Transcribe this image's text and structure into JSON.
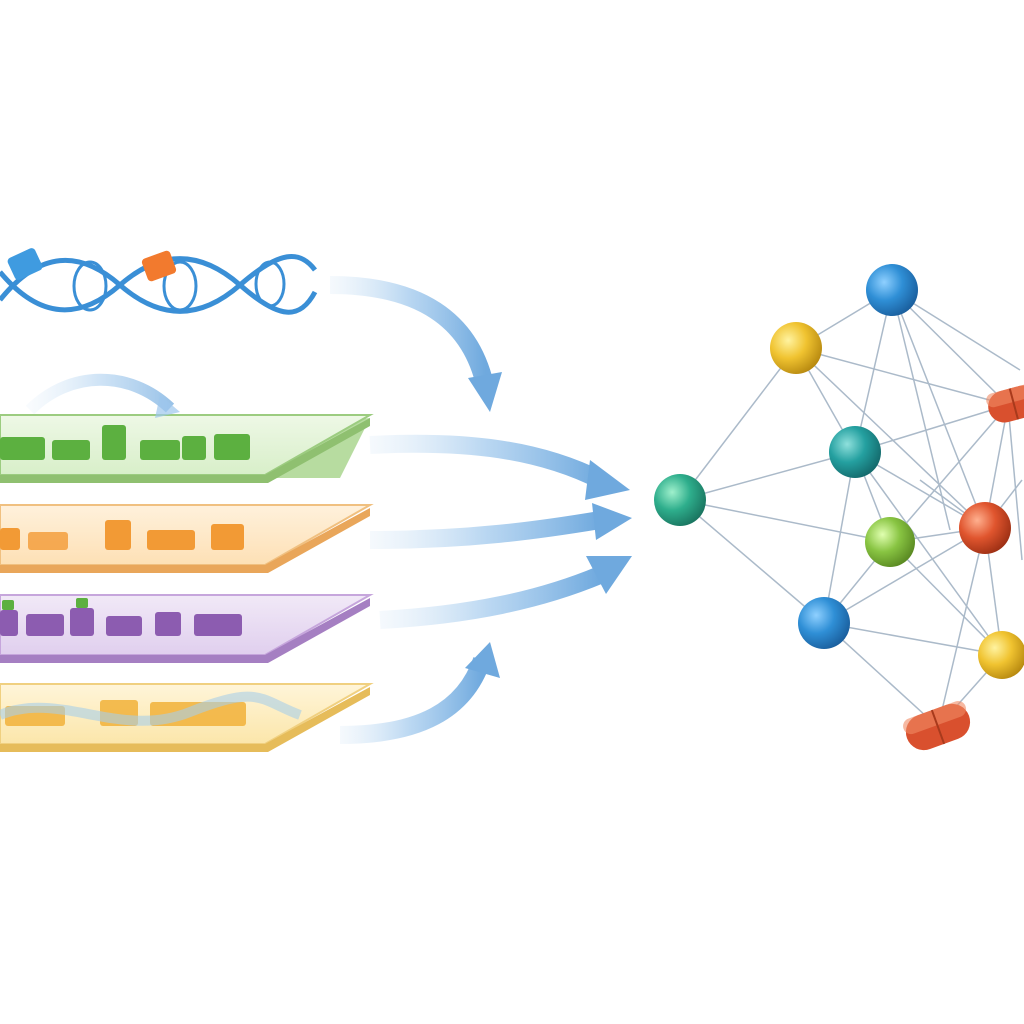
{
  "layers": [
    {
      "id": "dna-layer",
      "color": "#2f8fd6"
    },
    {
      "id": "green-layer",
      "color": "#7ac45a"
    },
    {
      "id": "orange-layer",
      "color": "#f2a64a"
    },
    {
      "id": "purple-layer",
      "color": "#9a6bbf"
    },
    {
      "id": "yellow-layer",
      "color": "#f0c04a"
    }
  ],
  "network_nodes": [
    {
      "id": "blue-top",
      "color": "#2f8fd6"
    },
    {
      "id": "yellow-left",
      "color": "#f0c330"
    },
    {
      "id": "teal-center",
      "color": "#24a0a0"
    },
    {
      "id": "green-input",
      "color": "#2eae8c"
    },
    {
      "id": "lime",
      "color": "#88c442"
    },
    {
      "id": "orange-right",
      "color": "#e0552e"
    },
    {
      "id": "blue-bottom",
      "color": "#2f8fd6"
    },
    {
      "id": "yellow-right",
      "color": "#f0c330"
    }
  ],
  "drug_capsules": [
    {
      "id": "capsule-top",
      "color": "#d9502e"
    },
    {
      "id": "capsule-bottom",
      "color": "#d9502e"
    }
  ],
  "colors": {
    "arrow": "#7fb3e0",
    "dna": "#3a8fd6",
    "edge": "#8fa3b8",
    "background": "#ffffff"
  }
}
